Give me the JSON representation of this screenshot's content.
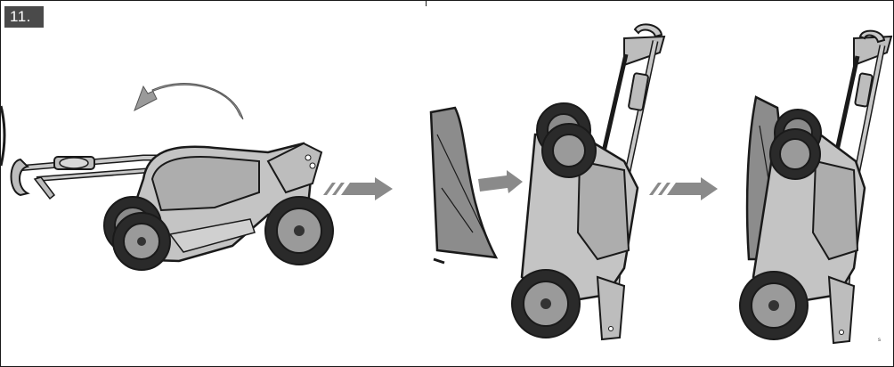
{
  "step": {
    "number": "11."
  },
  "figure": {
    "panels": [
      "mower-horizontal",
      "bag-and-upright-mower",
      "bag-attached-upright"
    ],
    "arrow_color": "#8a8a8a",
    "line_color": "#1a1a1a",
    "body_fill": "#bdbdbd",
    "bag_fill": "#8c8c8c"
  },
  "corner_mark": "s"
}
